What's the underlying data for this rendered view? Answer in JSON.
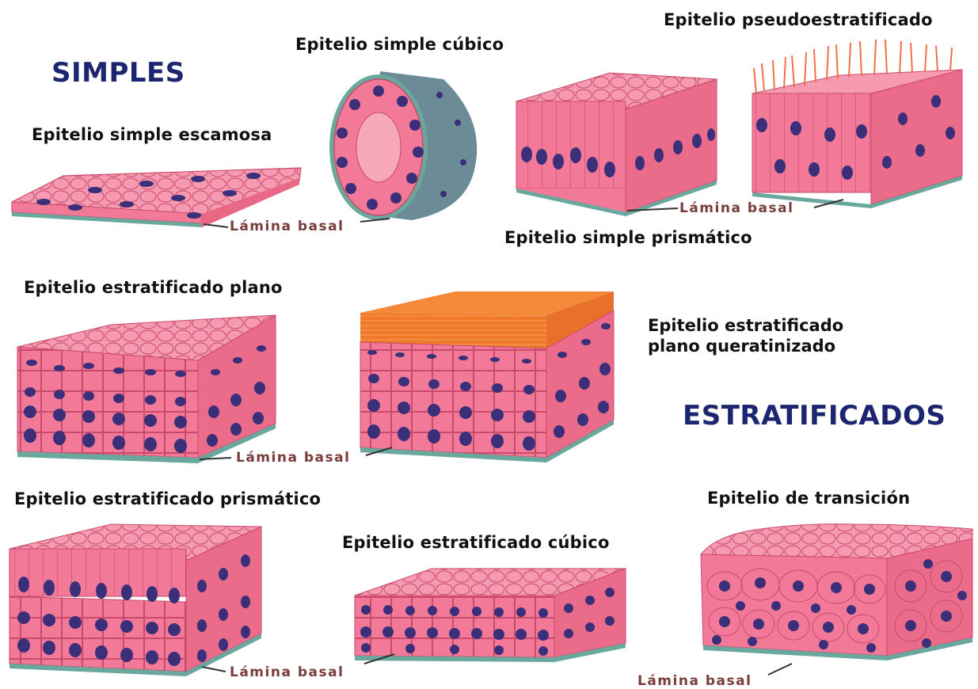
{
  "categories": {
    "simples": "SIMPLES",
    "estratificados": "ESTRATIFICADOS"
  },
  "labels": {
    "simple_escamosa": "Epitelio simple escamosa",
    "simple_cubico": "Epitelio simple cúbico",
    "pseudoestratificado": "Epitelio pseudoestratificado",
    "simple_prismatico": "Epitelio simple prismático",
    "estratificado_plano": "Epitelio estratificado plano",
    "queratinizado_line1": "Epitelio estratificado",
    "queratinizado_line2": "plano queratinizado",
    "estratificado_prismatico": "Epitelio estratificado prismático",
    "estratificado_cubico": "Epitelio estratificado cúbico",
    "transicion": "Epitelio de transición"
  },
  "basal_label": "Lámina basal",
  "colors": {
    "category_text": "#1c2670",
    "basal_text": "#7a3b3b",
    "cell_fill": "#f27a98",
    "cell_top": "#f59ab0",
    "cell_border": "#c94a6b",
    "nucleus": "#3b2f7a",
    "basal_lamina": "#6aa79c",
    "keratin": "#f07a2a",
    "cilia": "#f0704a"
  }
}
